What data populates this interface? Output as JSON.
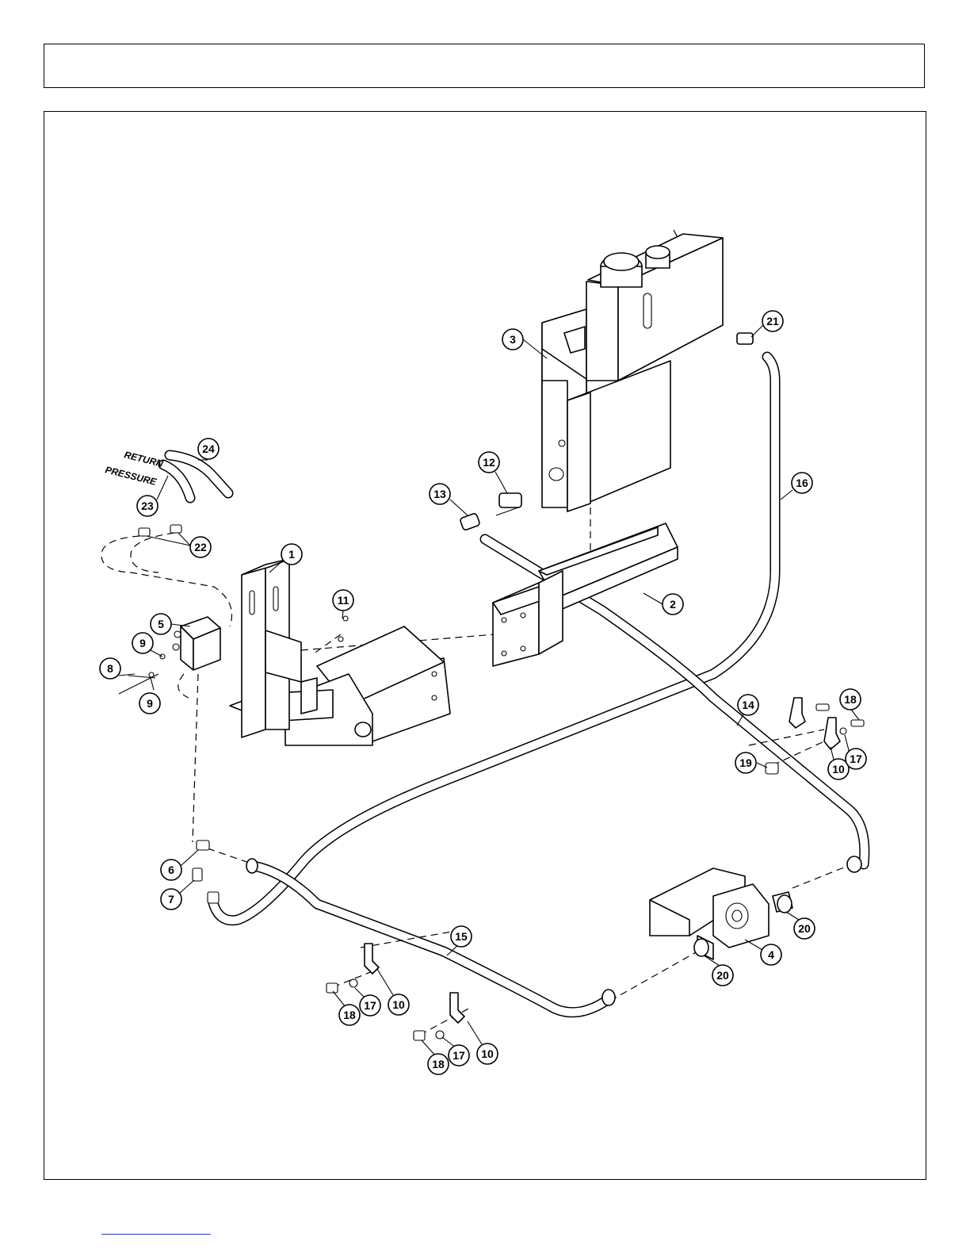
{
  "header": {
    "title": ""
  },
  "labels": {
    "return": "RETURN",
    "pressure": "PRESSURE"
  },
  "callouts": [
    "1",
    "2",
    "3",
    "4",
    "5",
    "6",
    "7",
    "8",
    "9",
    "9",
    "10",
    "10",
    "10",
    "11",
    "12",
    "13",
    "14",
    "15",
    "16",
    "17",
    "17",
    "17",
    "18",
    "18",
    "18",
    "19",
    "20",
    "20",
    "21",
    "22",
    "23",
    "24"
  ],
  "footer": {
    "link_text": ""
  }
}
